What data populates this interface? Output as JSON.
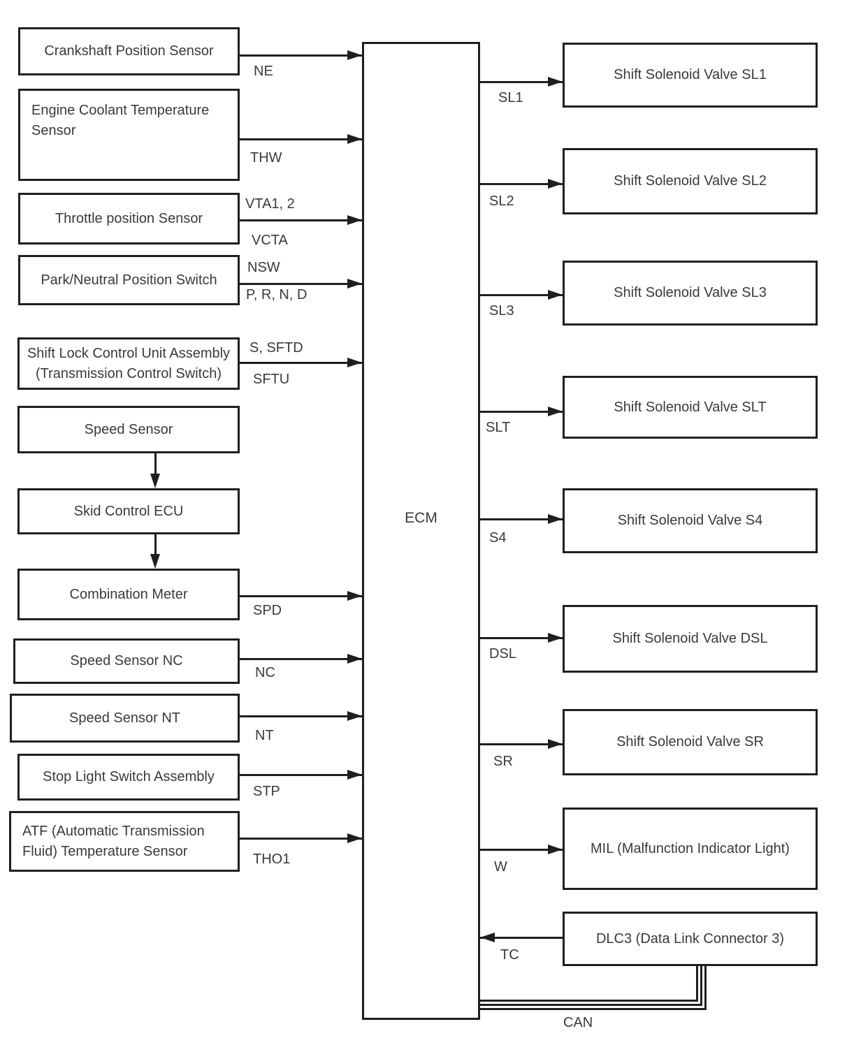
{
  "diagram": {
    "ink_color": "#1f1f1f",
    "ecm": {
      "label": "ECM"
    },
    "can_bus": {
      "label": "CAN"
    },
    "left_nodes": [
      {
        "lines": [
          "Crankshaft Position Sensor"
        ],
        "signal_below": "NE"
      },
      {
        "lines": [
          "Engine Coolant Temperature",
          "Sensor"
        ],
        "signal_below": "THW"
      },
      {
        "lines": [
          "Throttle position Sensor"
        ],
        "signal_above": "VTA1, 2",
        "signal_below": "VCTA"
      },
      {
        "lines": [
          "Park/Neutral Position Switch"
        ],
        "signal_above": "NSW",
        "signal_below": "P, R, N, D"
      },
      {
        "lines": [
          "Shift Lock Control Unit Assembly",
          "(Transmission Control Switch)"
        ],
        "signal_above": "S, SFTD",
        "signal_below": "SFTU"
      },
      {
        "lines": [
          "Speed Sensor"
        ]
      },
      {
        "lines": [
          "Skid Control ECU"
        ]
      },
      {
        "lines": [
          "Combination Meter"
        ],
        "signal_below": "SPD"
      },
      {
        "lines": [
          "Speed Sensor NC"
        ],
        "signal_below": "NC"
      },
      {
        "lines": [
          "Speed Sensor NT"
        ],
        "signal_below": "NT"
      },
      {
        "lines": [
          "Stop Light Switch Assembly"
        ],
        "signal_below": "STP"
      },
      {
        "lines": [
          "ATF (Automatic Transmission",
          "Fluid) Temperature Sensor"
        ],
        "signal_below": "THO1"
      }
    ],
    "right_nodes": [
      {
        "label": "Shift Solenoid Valve SL1",
        "signal": "SL1"
      },
      {
        "label": "Shift Solenoid Valve SL2",
        "signal": "SL2"
      },
      {
        "label": "Shift Solenoid Valve SL3",
        "signal": "SL3"
      },
      {
        "label": "Shift Solenoid Valve SLT",
        "signal": "SLT"
      },
      {
        "label": "Shift Solenoid Valve S4",
        "signal": "S4"
      },
      {
        "label": "Shift Solenoid Valve DSL",
        "signal": "DSL"
      },
      {
        "label": "Shift Solenoid Valve SR",
        "signal": "SR"
      },
      {
        "label": "MIL (Malfunction Indicator Light)",
        "signal": "W"
      },
      {
        "label": "DLC3 (Data Link Connector 3)",
        "signal": "TC"
      }
    ]
  }
}
